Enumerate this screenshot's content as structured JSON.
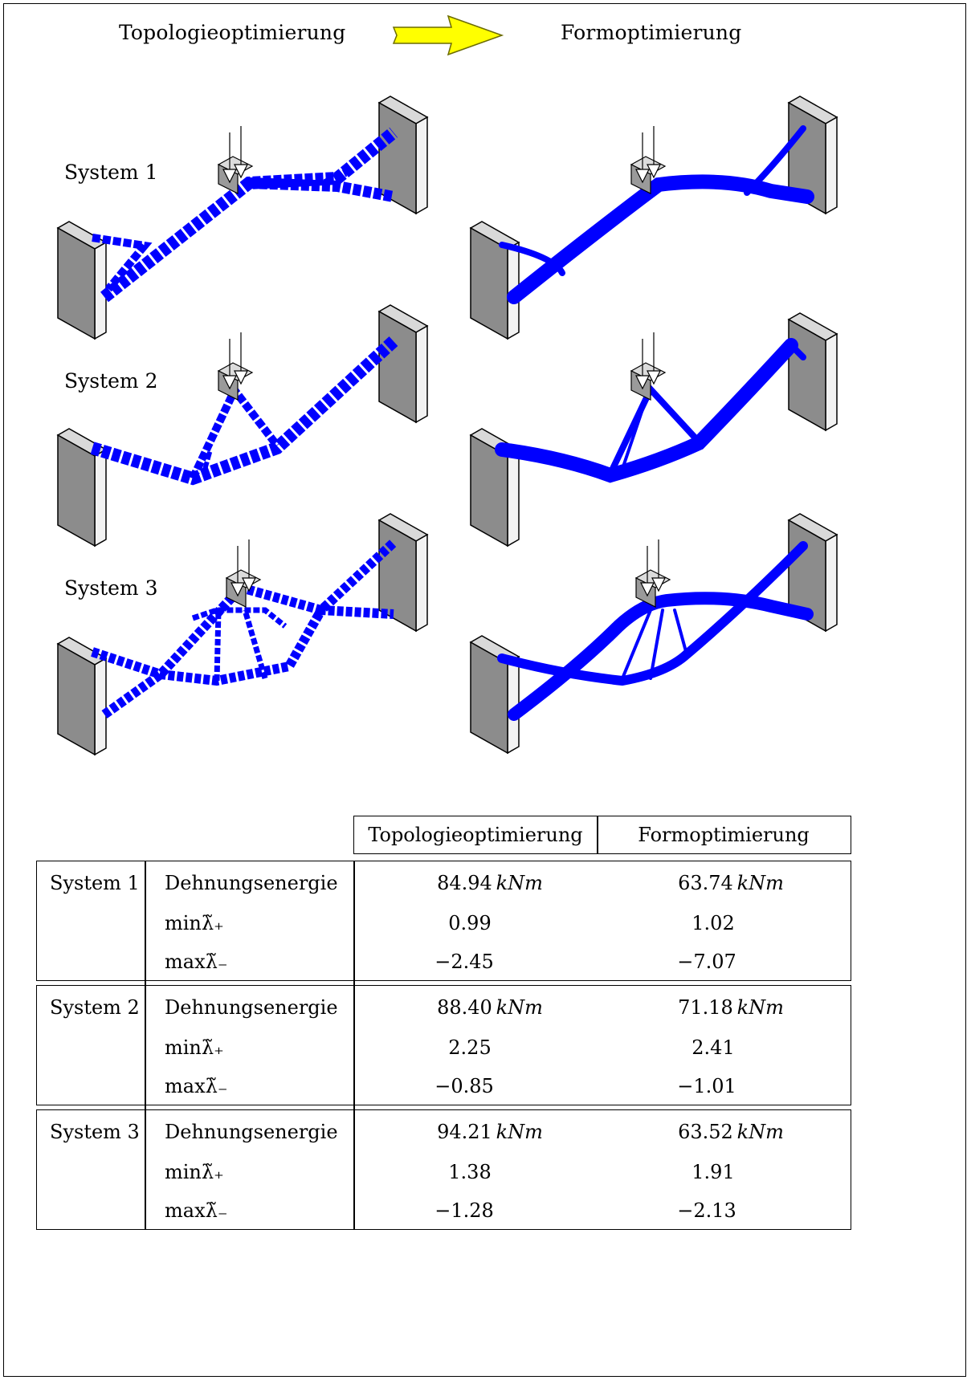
{
  "header": {
    "left": "Topologieoptimierung",
    "right": "Formoptimierung"
  },
  "systems": [
    {
      "label": "System 1"
    },
    {
      "label": "System 2"
    },
    {
      "label": "System 3"
    }
  ],
  "table": {
    "col_headers": [
      "Topologieoptimierung",
      "Formoptimierung"
    ],
    "row_labels": [
      "Dehnungsenergie",
      "minλ̃₊",
      "maxλ̃₋"
    ],
    "unit": "kNm",
    "groups": [
      {
        "system": "System 1",
        "energy": [
          "84.94",
          "63.74"
        ],
        "min": [
          "0.99",
          "1.02"
        ],
        "max": [
          "−2.45",
          "−7.07"
        ]
      },
      {
        "system": "System 2",
        "energy": [
          "88.40",
          "71.18"
        ],
        "min": [
          "2.25",
          "2.41"
        ],
        "max": [
          "−0.85",
          "−1.01"
        ]
      },
      {
        "system": "System 3",
        "energy": [
          "94.21",
          "63.52"
        ],
        "min": [
          "1.38",
          "1.91"
        ],
        "max": [
          "−1.28",
          "−2.13"
        ]
      }
    ]
  },
  "colors": {
    "structure": "#0000ff",
    "wall": "#8c8c8c",
    "arrow": "#ffff00"
  }
}
